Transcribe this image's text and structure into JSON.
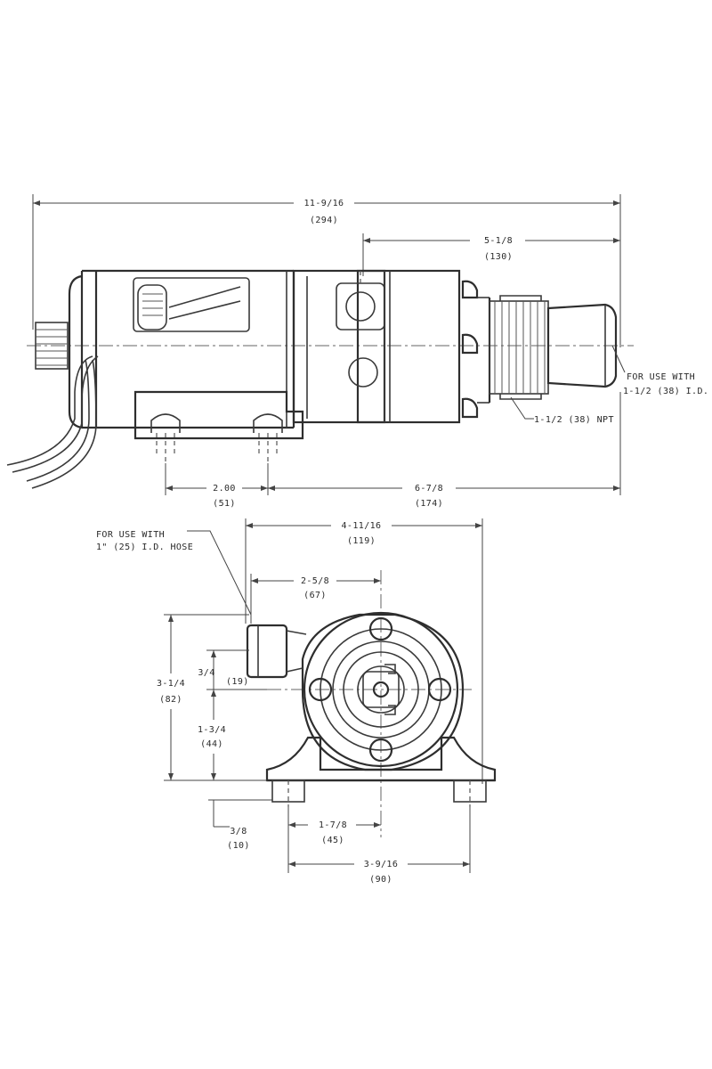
{
  "side_view": {
    "overall_length": {
      "frac": "11-9/16",
      "mm": "(294)"
    },
    "outlet_length": {
      "frac": "5-1/8",
      "mm": "(130)"
    },
    "mount_spacing": {
      "frac": "2.00",
      "mm": "(51)"
    },
    "mount_to_outlet": {
      "frac": "6-7/8",
      "mm": "(174)"
    },
    "outlet_note_line1": "FOR USE WITH",
    "outlet_note_line2": "1-1/2 (38) I.D.",
    "thread_note": "1-1/2 (38) NPT"
  },
  "end_view": {
    "inlet_note_line1": "FOR USE WITH",
    "inlet_note_line2": "1\" (25) I.D. HOSE",
    "overall_width": {
      "frac": "4-11/16",
      "mm": "(119)"
    },
    "inlet_offset": {
      "frac": "2-5/8",
      "mm": "(67)"
    },
    "overall_height": {
      "frac": "3-1/4",
      "mm": "(82)"
    },
    "inlet_height": {
      "frac": "3/4",
      "mm": "(19)"
    },
    "center_height": {
      "frac": "1-3/4",
      "mm": "(44)"
    },
    "base_thickness": {
      "frac": "3/8",
      "mm": "(10)"
    },
    "half_base": {
      "frac": "1-7/8",
      "mm": "(45)"
    },
    "base_width": {
      "frac": "3-9/16",
      "mm": "(90)"
    }
  }
}
